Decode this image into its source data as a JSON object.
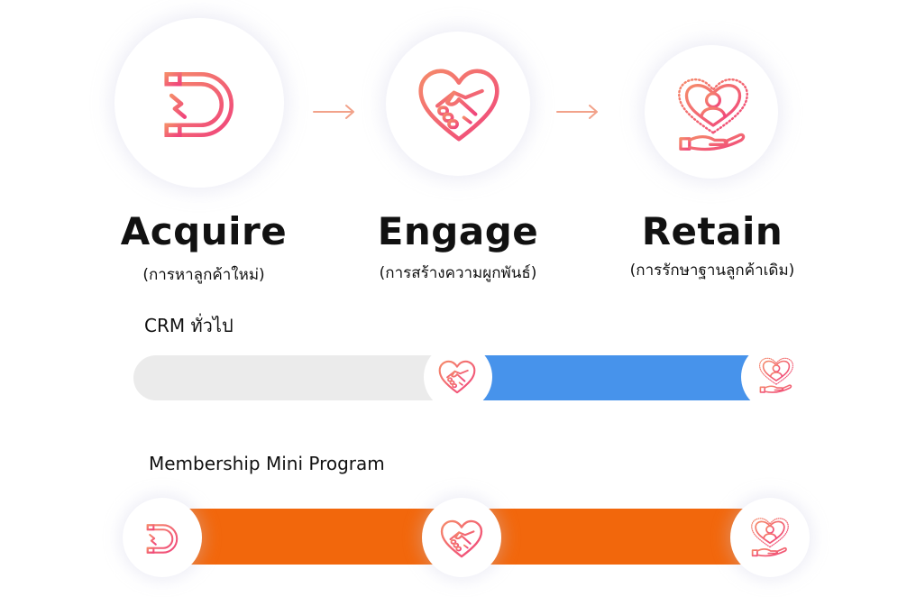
{
  "stages": [
    {
      "title": "Acquire",
      "subtitle": "(การหาลูกค้าใหม่)",
      "icon": "magnet-icon"
    },
    {
      "title": "Engage",
      "subtitle": "(การสร้างความผูกพันธ์)",
      "icon": "heart-handshake-icon"
    },
    {
      "title": "Retain",
      "subtitle": "(การรักษาฐานลูกค้าเดิม)",
      "icon": "heart-care-icon"
    }
  ],
  "comparisons": [
    {
      "label": "CRM ทั่วไป"
    },
    {
      "label": "Membership Mini Program"
    }
  ],
  "colors": {
    "icon_gradient_start": "#f58a6a",
    "icon_gradient_end": "#f0447c",
    "arrow": "#f2a28a",
    "crm_track": "#ebebeb",
    "crm_fill": "#4793eb",
    "membership_fill": "#f2670c"
  }
}
